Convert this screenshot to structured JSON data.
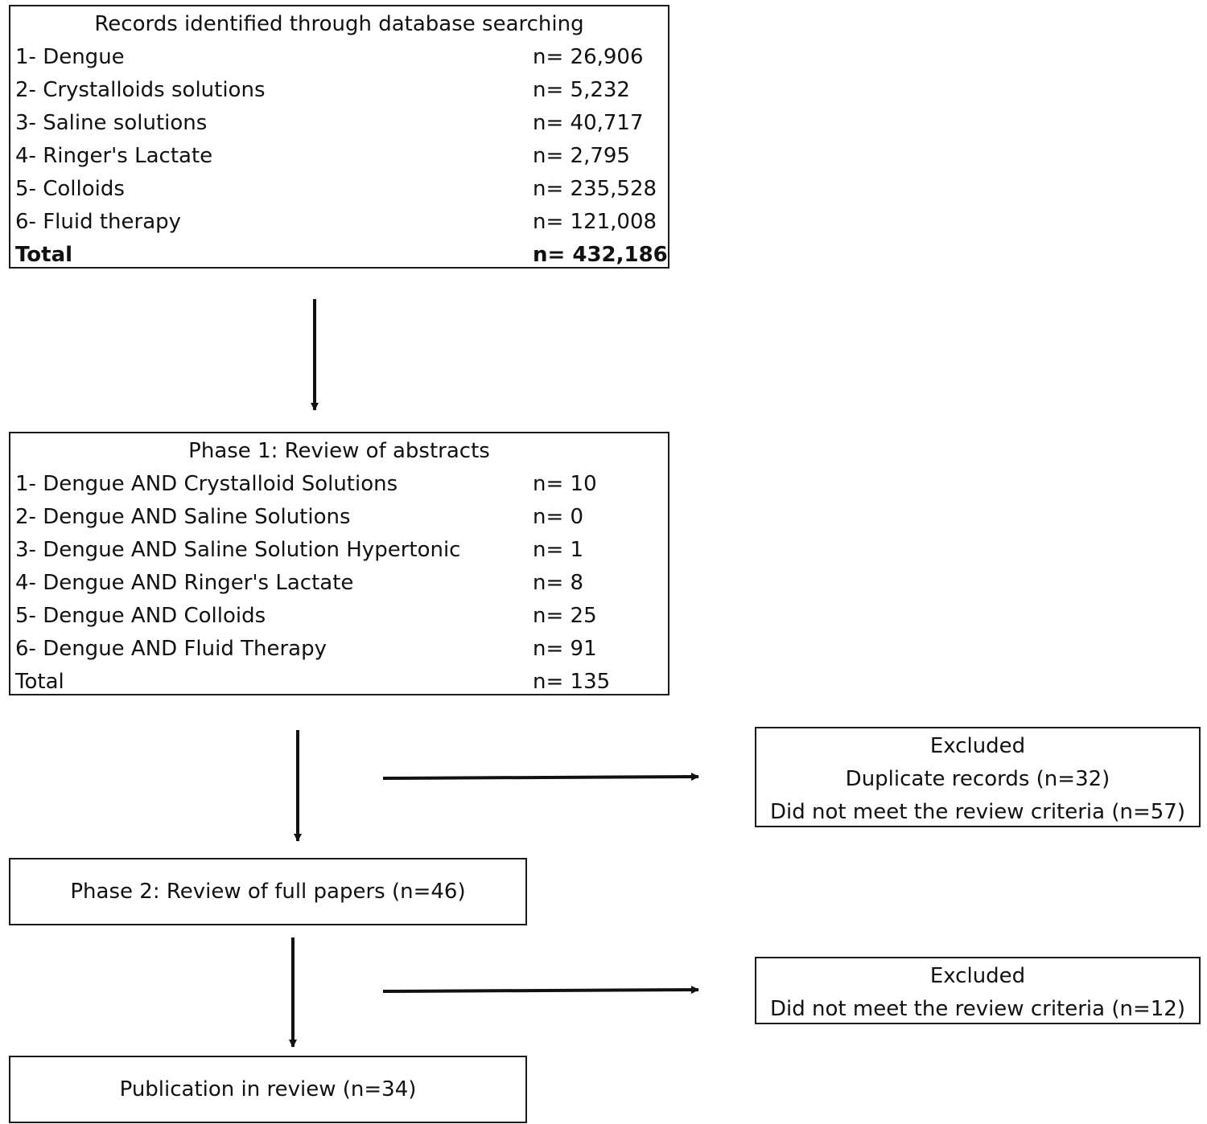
{
  "search_box": {
    "title": "Records identified through database searching",
    "rows": [
      {
        "label": "1- Dengue",
        "value": "n= 26,906"
      },
      {
        "label": "2- Crystalloids solutions",
        "value": "n= 5,232"
      },
      {
        "label": "3- Saline solutions",
        "value": "n= 40,717"
      },
      {
        "label": "4- Ringer's Lactate",
        "value": "n= 2,795"
      },
      {
        "label": "5- Colloids",
        "value": "n= 235,528"
      },
      {
        "label": "6- Fluid therapy",
        "value": "n= 121,008"
      },
      {
        "label": "Total",
        "value": "n= 432,186"
      }
    ]
  },
  "phase1_box": {
    "title": "Phase 1: Review of abstracts",
    "rows": [
      {
        "label": "1- Dengue AND Crystalloid Solutions",
        "value": "n= 10"
      },
      {
        "label": "2- Dengue AND Saline Solutions",
        "value": "n= 0"
      },
      {
        "label": "3- Dengue AND Saline Solution Hypertonic",
        "value": "n= 1"
      },
      {
        "label": "4- Dengue AND Ringer's Lactate",
        "value": "n= 8"
      },
      {
        "label": "5- Dengue AND Colloids",
        "value": "n= 25"
      },
      {
        "label": "6- Dengue AND Fluid Therapy",
        "value": "n= 91"
      },
      {
        "label": "Total",
        "value": "n= 135"
      }
    ]
  },
  "excluded_1": {
    "title": "Excluded",
    "lines": [
      "Duplicate records (n=32)",
      "Did not meet the review criteria (n=57)"
    ]
  },
  "phase2_box": {
    "label": "Phase 2: Review of full papers (n=46)"
  },
  "excluded_2": {
    "title": "Excluded",
    "lines": [
      "Did not meet the review criteria (n=12)"
    ]
  },
  "final_box": {
    "label": "Publication in review (n=34)"
  }
}
